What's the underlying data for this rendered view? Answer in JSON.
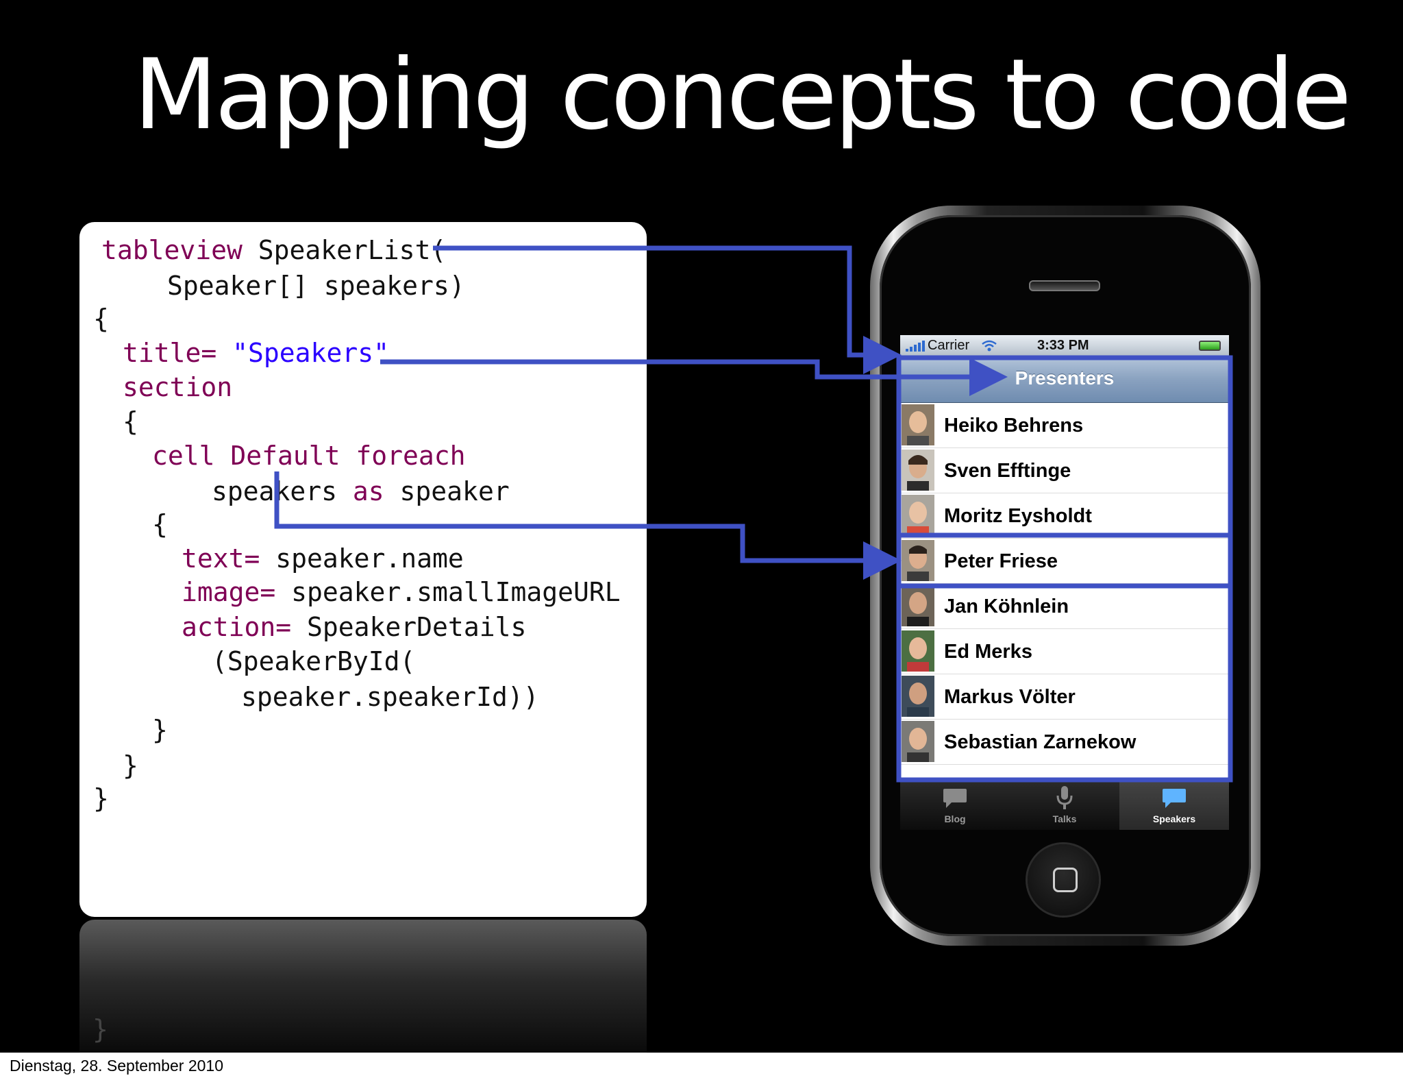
{
  "slide": {
    "title": "Mapping concepts to code"
  },
  "code": {
    "line1_kw": "tableview",
    "line1_rest": " SpeakerList(",
    "line2": "Speaker[] speakers)",
    "line3": "{",
    "line4_kw": "title=",
    "line4_str": "\"Speakers\"",
    "line5_kw": "section",
    "line6": "{",
    "line7_kw": "cell Default foreach",
    "line8_a": "speakers ",
    "line8_kw": "as",
    "line8_b": " speaker",
    "line9": "{",
    "line10_kw": "text=",
    "line10_rest": " speaker.name",
    "line11_kw": "image=",
    "line11_rest": " speaker.smallImageURL",
    "line12_kw": "action=",
    "line12_rest": " SpeakerDetails",
    "line13": "(SpeakerById(",
    "line14": "speaker.speakerId))",
    "line15": "}",
    "line16": "}",
    "line17": "}",
    "reflection_brace": "}"
  },
  "phone": {
    "status_bar": {
      "carrier": "Carrier",
      "time": "3:33 PM"
    },
    "nav_title": "Presenters",
    "speakers": [
      "Heiko Behrens",
      "Sven Efftinge",
      "Moritz Eysholdt",
      "Peter Friese",
      "Jan Köhnlein",
      "Ed Merks",
      "Markus Völter",
      "Sebastian Zarnekow"
    ],
    "tabs": [
      {
        "label": "Blog",
        "icon": "chat-bubble-icon",
        "active": false
      },
      {
        "label": "Talks",
        "icon": "microphone-icon",
        "active": false
      },
      {
        "label": "Speakers",
        "icon": "chat-bubble-icon",
        "active": true
      }
    ]
  },
  "colors": {
    "connector": "#3f51c4",
    "keyword": "#7f0055",
    "string": "#2a00ff"
  },
  "footer": {
    "date": "Dienstag, 28. September 2010"
  }
}
